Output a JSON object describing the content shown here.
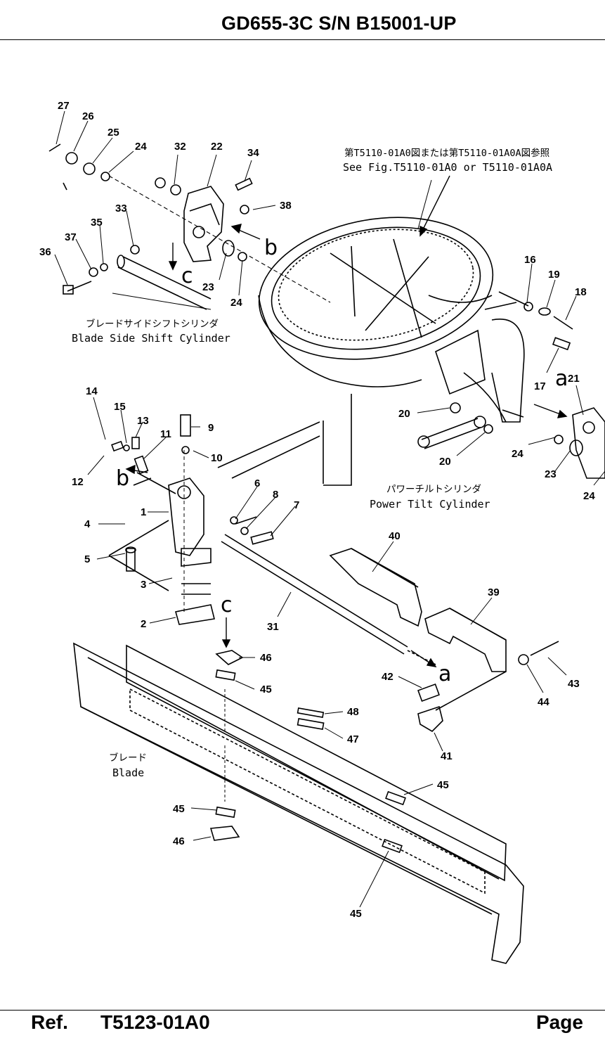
{
  "header": {
    "title": "GD655-3C S/N B15001-UP"
  },
  "footer": {
    "ref_label": "Ref.",
    "ref_code": "T5123-01A0",
    "page_label": "Page"
  },
  "notes": {
    "ref_jp": "第T5110-01A0図または第T5110-01A0A図参照",
    "ref_en": "See Fig.T5110-01A0 or T5110-01A0A",
    "side_shift_jp": "ブレードサイドシフトシリンダ",
    "side_shift_en": "Blade Side Shift Cylinder",
    "power_tilt_jp": "パワーチルトシリンダ",
    "power_tilt_en": "Power Tilt Cylinder",
    "blade_jp": "ブレード",
    "blade_en": "Blade"
  },
  "view_markers": {
    "a": "a",
    "b": "b",
    "c": "c"
  },
  "callouts": {
    "n27": "27",
    "n26": "26",
    "n25": "25",
    "n24a": "24",
    "n32": "32",
    "n22": "22",
    "n34": "34",
    "n38": "38",
    "n33": "33",
    "n35": "35",
    "n37": "37",
    "n36": "36",
    "n23a": "23",
    "n24b": "24",
    "n16": "16",
    "n19": "19",
    "n18": "18",
    "n17": "17",
    "n21": "21",
    "n20a": "20",
    "n20b": "20",
    "n24c": "24",
    "n23b": "23",
    "n24d": "24",
    "n14": "14",
    "n15": "15",
    "n13": "13",
    "n11": "11",
    "n9": "9",
    "n10": "10",
    "n12": "12",
    "n6": "6",
    "n8": "8",
    "n7": "7",
    "n4": "4",
    "n1": "1",
    "n5": "5",
    "n3": "3",
    "n2": "2",
    "n31": "31",
    "n40": "40",
    "n39": "39",
    "n43": "43",
    "n44": "44",
    "n42": "42",
    "n41": "41",
    "n46a": "46",
    "n45a": "45",
    "n48": "48",
    "n47": "47",
    "n45b": "45",
    "n45c": "45",
    "n46b": "46",
    "n45d": "45"
  }
}
